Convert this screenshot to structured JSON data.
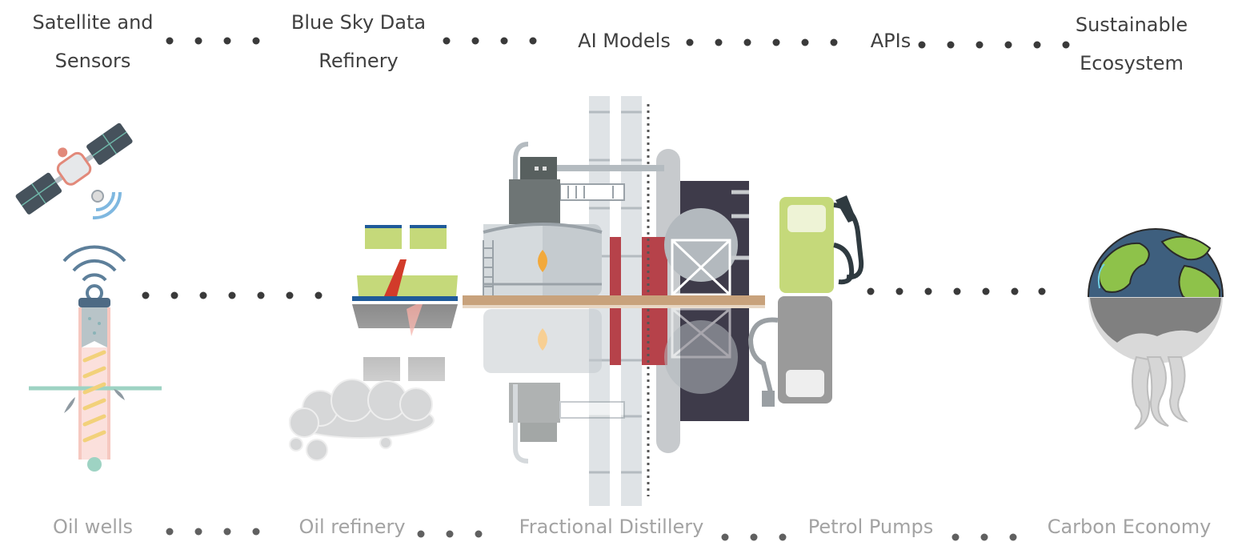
{
  "top_labels": [
    {
      "line1": "Satellite and",
      "line2": "Sensors"
    },
    {
      "line1": "Blue Sky Data",
      "line2": "Refinery"
    },
    {
      "line1": "AI Models",
      "line2": ""
    },
    {
      "line1": "APIs",
      "line2": ""
    },
    {
      "line1": "Sustainable",
      "line2": "Ecosystem"
    }
  ],
  "bottom_labels": [
    "Oil wells",
    "Oil refinery",
    "Fractional Distillery",
    "Petrol Pumps",
    "Carbon Economy"
  ],
  "colors": {
    "top_text": "#3f3f3f",
    "bottom_text": "#a3a3a3",
    "dots": "#3a3a3a",
    "divider": "#c8a27c",
    "lime": "#c5d97a",
    "navy": "#1f5a99",
    "slate": "#4a5560",
    "earth_ocean": "#3e5f7e",
    "earth_land": "#8ec24a",
    "earth_bottom": "#808080"
  },
  "icons": [
    "satellite-icon",
    "oil-well-icon",
    "oil-refinery-icon",
    "fractional-distillery-icon",
    "petrol-pump-icon",
    "earth-icon"
  ]
}
